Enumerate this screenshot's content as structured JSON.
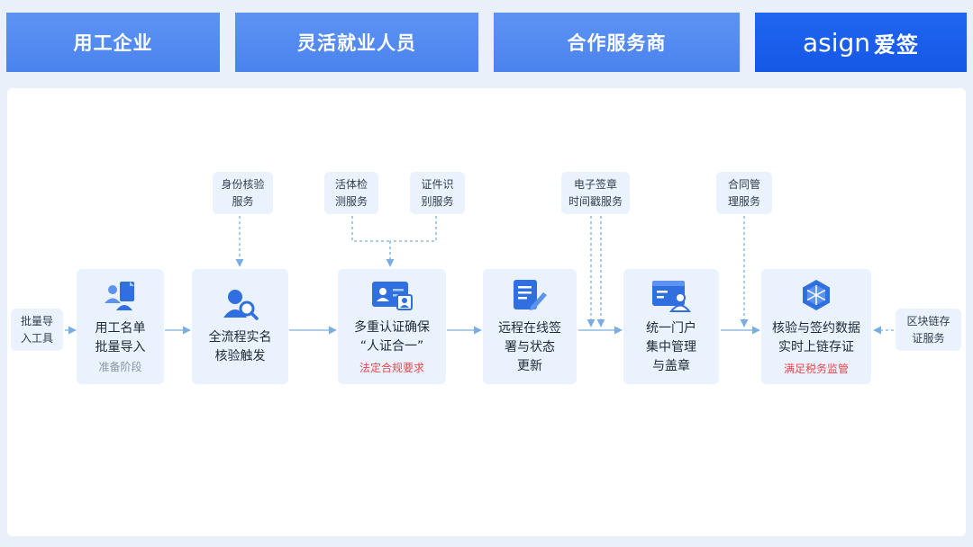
{
  "header": {
    "tab1": "用工企业",
    "tab2": "灵活就业人员",
    "tab3": "合作服务商",
    "brand_word": "asign",
    "brand_cn": "爱签"
  },
  "side": {
    "left": [
      "批量导",
      "入工具"
    ],
    "right": [
      "区块链存",
      "证服务"
    ]
  },
  "services": {
    "identity": [
      "身份核验",
      "服务"
    ],
    "liveness": [
      "活体检",
      "测服务"
    ],
    "idcard": [
      "证件识",
      "别服务"
    ],
    "timestamp": [
      "电子签章",
      "时间戳服务"
    ],
    "contract": [
      "合同管",
      "理服务"
    ]
  },
  "steps": {
    "step1": {
      "lines": [
        "用工名单",
        "批量导入"
      ],
      "note": "准备阶段"
    },
    "step2": {
      "lines": [
        "全流程实名",
        "核验触发"
      ]
    },
    "step3": {
      "lines": [
        "多重认证确保",
        "“人证合一”"
      ],
      "note": "法定合规要求"
    },
    "step4": {
      "lines": [
        "远程在线签",
        "署与状态",
        "更新"
      ]
    },
    "step5": {
      "lines": [
        "统一门户",
        "集中管理",
        "与盖章"
      ]
    },
    "step6": {
      "lines": [
        "核验与签约数据",
        "实时上链存证"
      ],
      "note": "满足税务监管"
    }
  },
  "colors": {
    "header_blue": "#4f88f0",
    "brand_blue": "#1a5ee9",
    "box_bg": "#eaf2fd",
    "arrow": "#7aaee0",
    "note_red": "#e5484d",
    "note_gray": "#8a94a6"
  },
  "icons": {
    "step1": "people-list-icon",
    "step2": "user-search-icon",
    "step3": "id-card-icon",
    "step4": "document-sign-icon",
    "step5": "portal-user-icon",
    "step6": "blockchain-cube-icon"
  }
}
